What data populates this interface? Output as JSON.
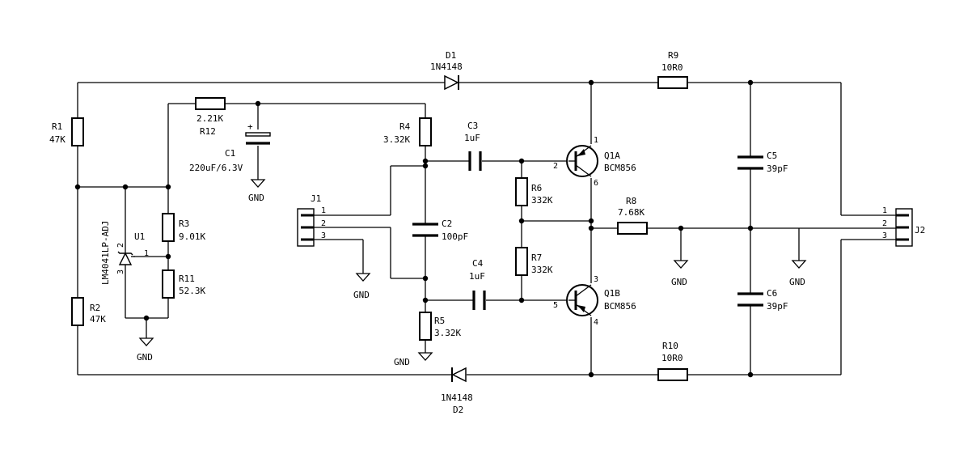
{
  "components": {
    "D1": {
      "ref": "D1",
      "value": "1N4148"
    },
    "D2": {
      "ref": "D2",
      "value": "1N4148"
    },
    "R1": {
      "ref": "R1",
      "value": "47K"
    },
    "R2": {
      "ref": "R2",
      "value": "47K"
    },
    "R3": {
      "ref": "R3",
      "value": "9.01K"
    },
    "R4": {
      "ref": "R4",
      "value": "3.32K"
    },
    "R5": {
      "ref": "R5",
      "value": "3.32K"
    },
    "R6": {
      "ref": "R6",
      "value": "332K"
    },
    "R7": {
      "ref": "R7",
      "value": "332K"
    },
    "R8": {
      "ref": "R8",
      "value": "7.68K"
    },
    "R9": {
      "ref": "R9",
      "value": "10R0"
    },
    "R10": {
      "ref": "R10",
      "value": "10R0"
    },
    "R11": {
      "ref": "R11",
      "value": "52.3K"
    },
    "R12": {
      "ref": "R12",
      "value": "2.21K"
    },
    "C1": {
      "ref": "C1",
      "value": "220uF/6.3V"
    },
    "C2": {
      "ref": "C2",
      "value": "100pF"
    },
    "C3": {
      "ref": "C3",
      "value": "1uF"
    },
    "C4": {
      "ref": "C4",
      "value": "1uF"
    },
    "C5": {
      "ref": "C5",
      "value": "39pF"
    },
    "C6": {
      "ref": "C6",
      "value": "39pF"
    },
    "Q1A": {
      "ref": "Q1A",
      "value": "BCM856",
      "pins": [
        "1",
        "2",
        "6"
      ]
    },
    "Q1B": {
      "ref": "Q1B",
      "value": "BCM856",
      "pins": [
        "3",
        "5",
        "4"
      ]
    },
    "U1": {
      "ref": "U1",
      "value": "LM4041LP-ADJ",
      "pins": [
        "1",
        "2",
        "3"
      ]
    },
    "J1": {
      "ref": "J1",
      "pins": [
        "1",
        "2",
        "3"
      ]
    },
    "J2": {
      "ref": "J2",
      "pins": [
        "1",
        "2",
        "3"
      ]
    }
  },
  "labels": {
    "gnd": "GND",
    "polarity_plus": "+"
  }
}
